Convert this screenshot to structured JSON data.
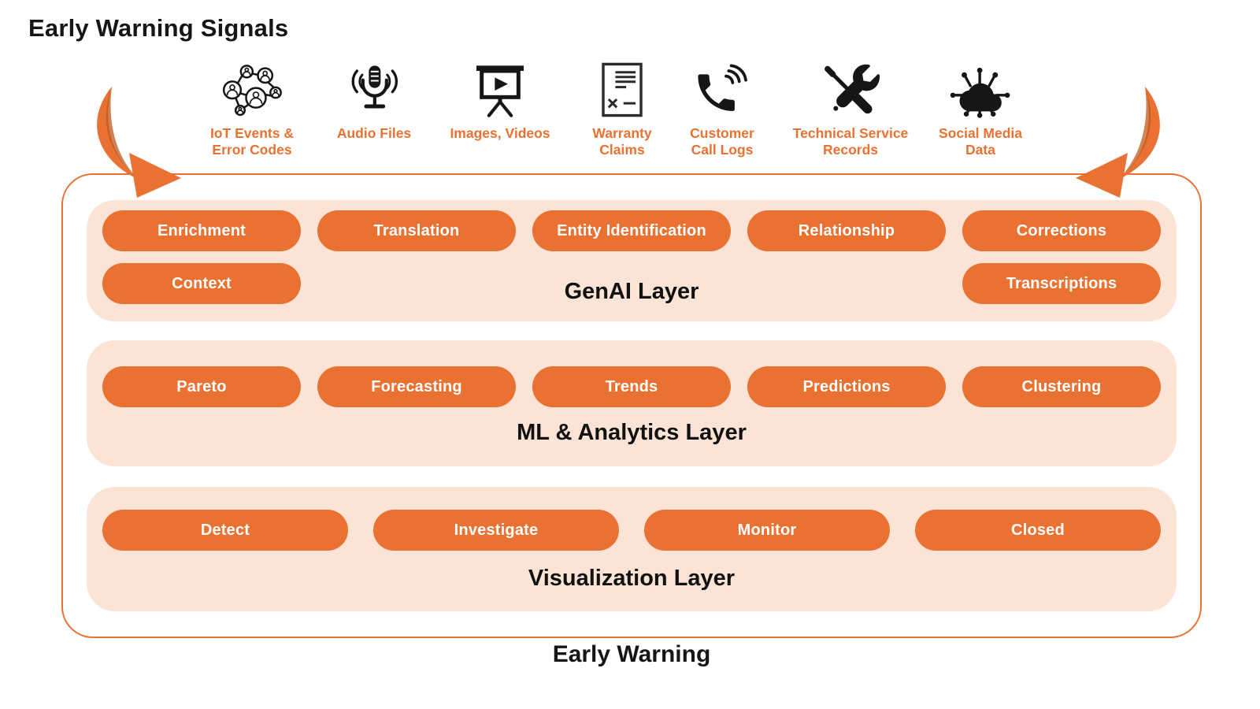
{
  "title": "Early Warning Signals",
  "bottom_label": "Early Warning",
  "colors": {
    "accent_orange": "#E97132",
    "arrow_shadow": "#C05A1E",
    "layer_peach": "#FBE3D6",
    "pill_text": "#FFFFFF",
    "heading_text": "#161616"
  },
  "sources": [
    {
      "icon": "iot-network-icon",
      "lines": [
        "IoT Events &",
        "Error Codes"
      ]
    },
    {
      "icon": "microphone-audio-icon",
      "lines": [
        "Audio Files"
      ]
    },
    {
      "icon": "projector-screen-icon",
      "lines": [
        "Images, Videos"
      ]
    },
    {
      "icon": "warranty-document-icon",
      "lines": [
        "Warranty",
        "Claims"
      ]
    },
    {
      "icon": "phone-call-icon",
      "lines": [
        "Customer",
        "Call Logs"
      ]
    },
    {
      "icon": "crossed-tools-icon",
      "lines": [
        "Technical Service",
        "Records"
      ]
    },
    {
      "icon": "social-cloud-icon",
      "lines": [
        "Social Media",
        "Data"
      ]
    }
  ],
  "genai_layer": {
    "title": "GenAI Layer",
    "row1": [
      "Enrichment",
      "Translation",
      "Entity Identification",
      "Relationship",
      "Corrections"
    ],
    "row2": [
      "Context",
      "Transcriptions"
    ]
  },
  "ml_layer": {
    "title": "ML & Analytics Layer",
    "row1": [
      "Pareto",
      "Forecasting",
      "Trends",
      "Predictions",
      "Clustering"
    ]
  },
  "viz_layer": {
    "title": "Visualization Layer",
    "row1": [
      "Detect",
      "Investigate",
      "Monitor",
      "Closed"
    ]
  }
}
